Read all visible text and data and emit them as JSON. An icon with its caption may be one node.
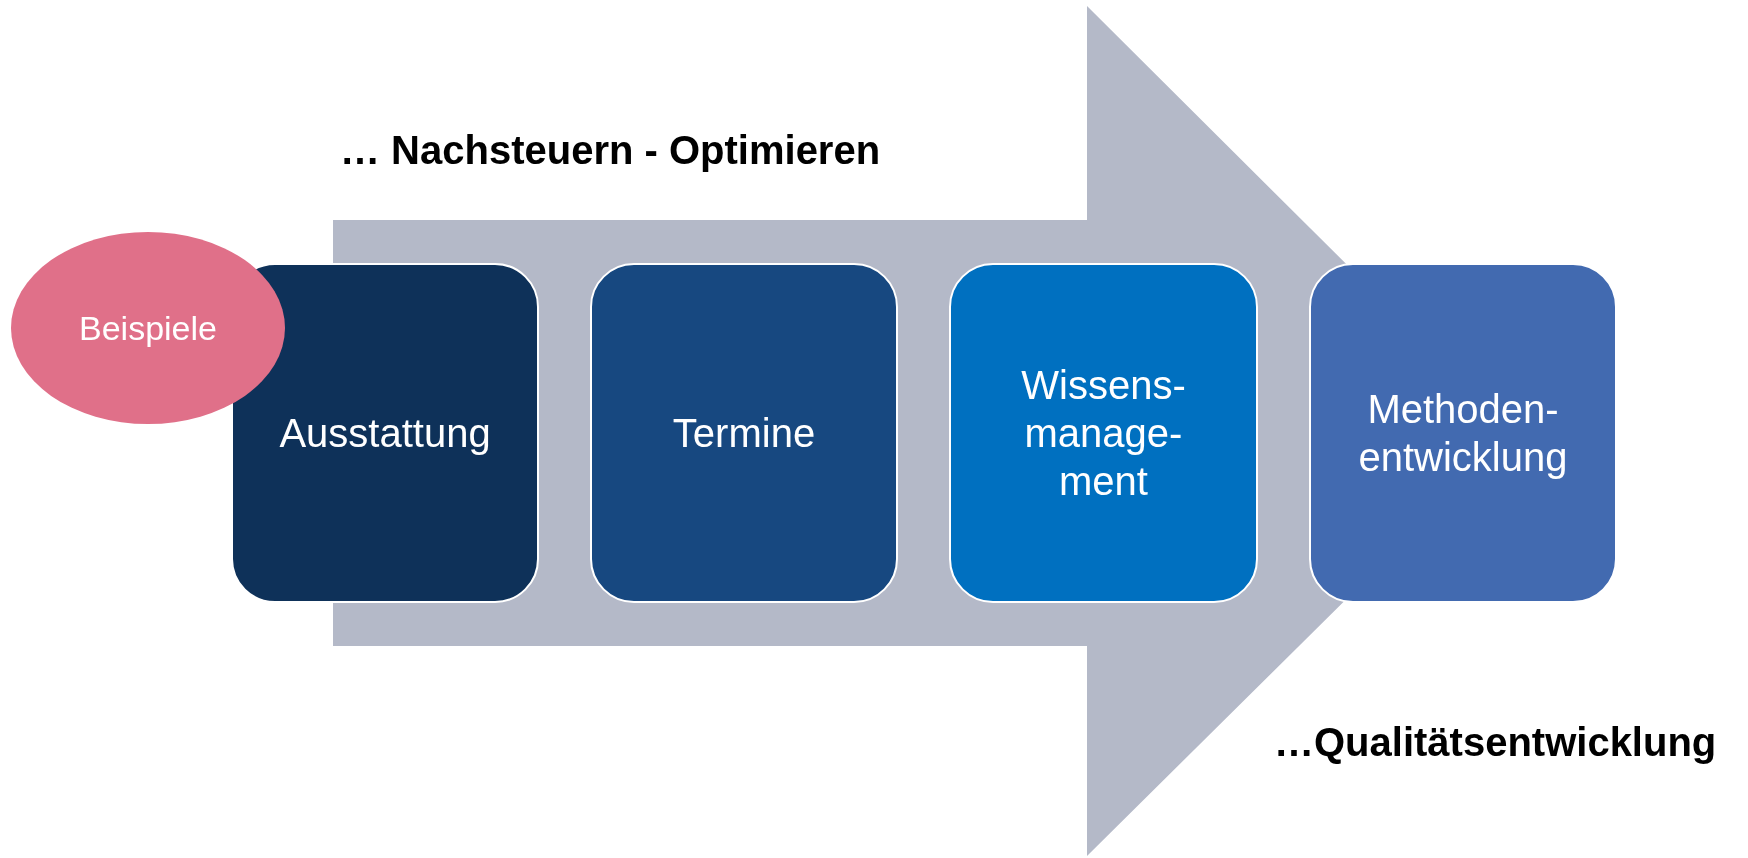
{
  "diagram": {
    "nodes": [
      {
        "text": [
          "Beispiele"
        ]
      },
      {
        "text": [
          "Ausstattung"
        ]
      },
      {
        "text": [
          "Termine"
        ]
      },
      {
        "text": [
          "Wissens- manage- ment"
        ]
      },
      {
        "text": [
          "Methoden- entwicklung"
        ]
      }
    ],
    "edges": [
      {
        "from": 1,
        "to": 4,
        "arrow": "to"
      }
    ],
    "labels": [
      "… Nachsteuern - Optimieren",
      "…Qualitätsentwicklung"
    ]
  }
}
